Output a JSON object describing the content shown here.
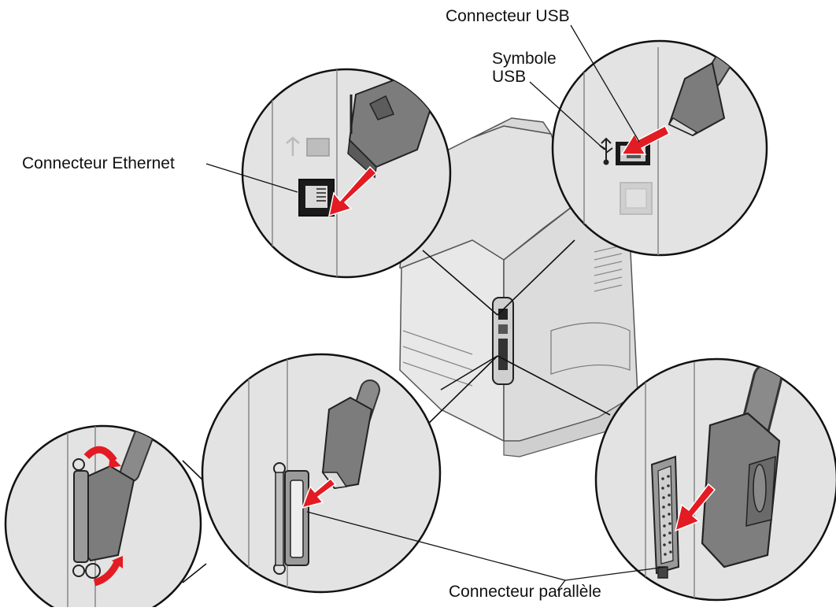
{
  "labels": {
    "ethernet": "Connecteur Ethernet",
    "usb": "Connecteur USB",
    "usb_symbol_line1": "Symbole",
    "usb_symbol_line2": "USB",
    "parallel": "Connecteur parallèle"
  },
  "colors": {
    "printer_body": "#e6e6e6",
    "printer_shade": "#cfcfcf",
    "callout_fill": "#e3e3e3",
    "outline": "#111111",
    "arrow": "#e31b23",
    "cable": "#8a8a8a"
  },
  "icons": [
    "usb-symbol-icon",
    "ethernet-port-icon",
    "parallel-port-icon"
  ]
}
